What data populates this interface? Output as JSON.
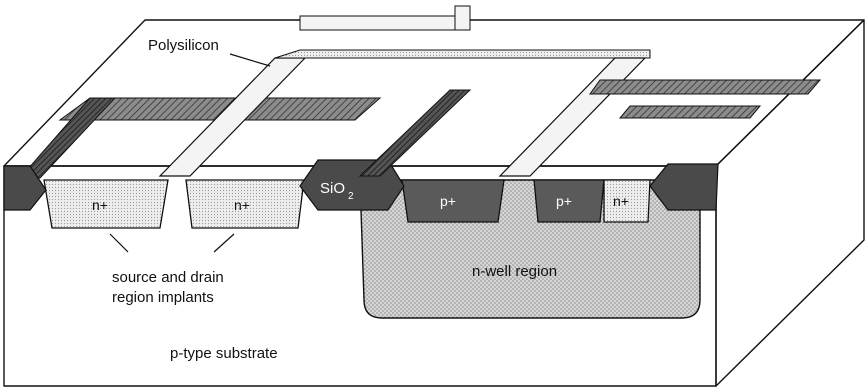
{
  "labels": {
    "polysilicon": "Polysilicon",
    "oxide_main": "SiO",
    "oxide_sub": "2",
    "nplus_1": "n+",
    "nplus_2": "n+",
    "pplus_1": "p+",
    "pplus_2": "p+",
    "nplus_3": "n+",
    "implants_line1": "source and drain",
    "implants_line2": "region implants",
    "nwell": "n-well region",
    "substrate": "p-type substrate"
  },
  "colors": {
    "background": "#ffffff",
    "line": "#111111",
    "oxide": "#4a4a4a",
    "nwell_fill": "#d2d2d2",
    "nplus_fill": "#e6e6e6",
    "pplus_fill": "#5a5a5a",
    "poly_fill": "#f4f4f4"
  }
}
